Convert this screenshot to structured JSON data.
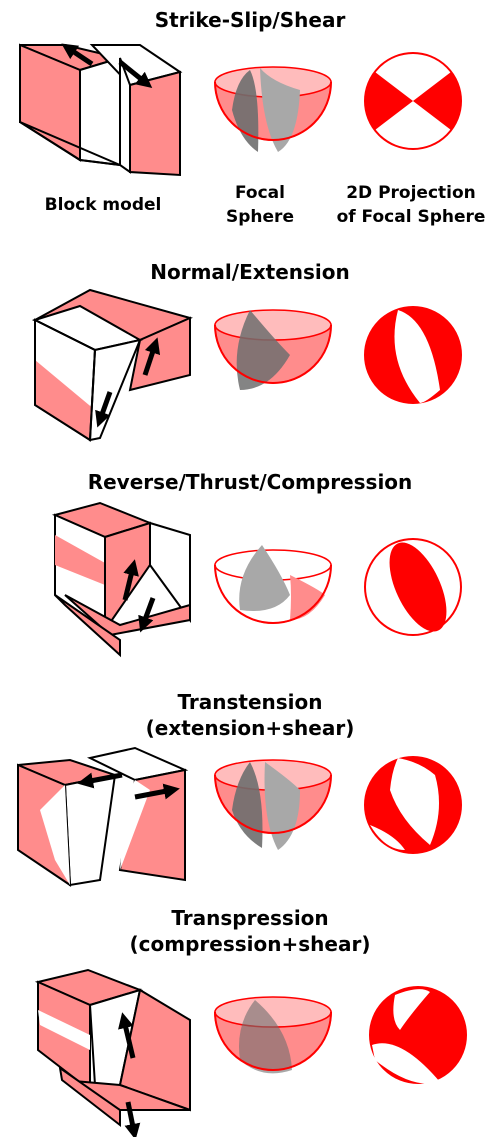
{
  "colors": {
    "fault_pink": "#ff8c8c",
    "beachball_red": "#ff0000",
    "gray": "#a8a8a8",
    "dark_gray": "#6e6e6e",
    "outline": "#000000"
  },
  "rows": [
    {
      "title": "Strike-Slip/Shear"
    },
    {
      "title": "Normal/Extension"
    },
    {
      "title": "Reverse/Thrust/Compression"
    },
    {
      "title_line1": "Transtension",
      "title_line2": "(extension+shear)"
    },
    {
      "title_line1": "Transpression",
      "title_line2": "(compression+shear)"
    }
  ],
  "column_labels": {
    "block_model": "Block model",
    "focal_line1": "Focal",
    "focal_line2": "Sphere",
    "proj_line1": "2D Projection",
    "proj_line2": "of Focal Sphere"
  },
  "icons": [
    "slip-arrow-icon"
  ]
}
